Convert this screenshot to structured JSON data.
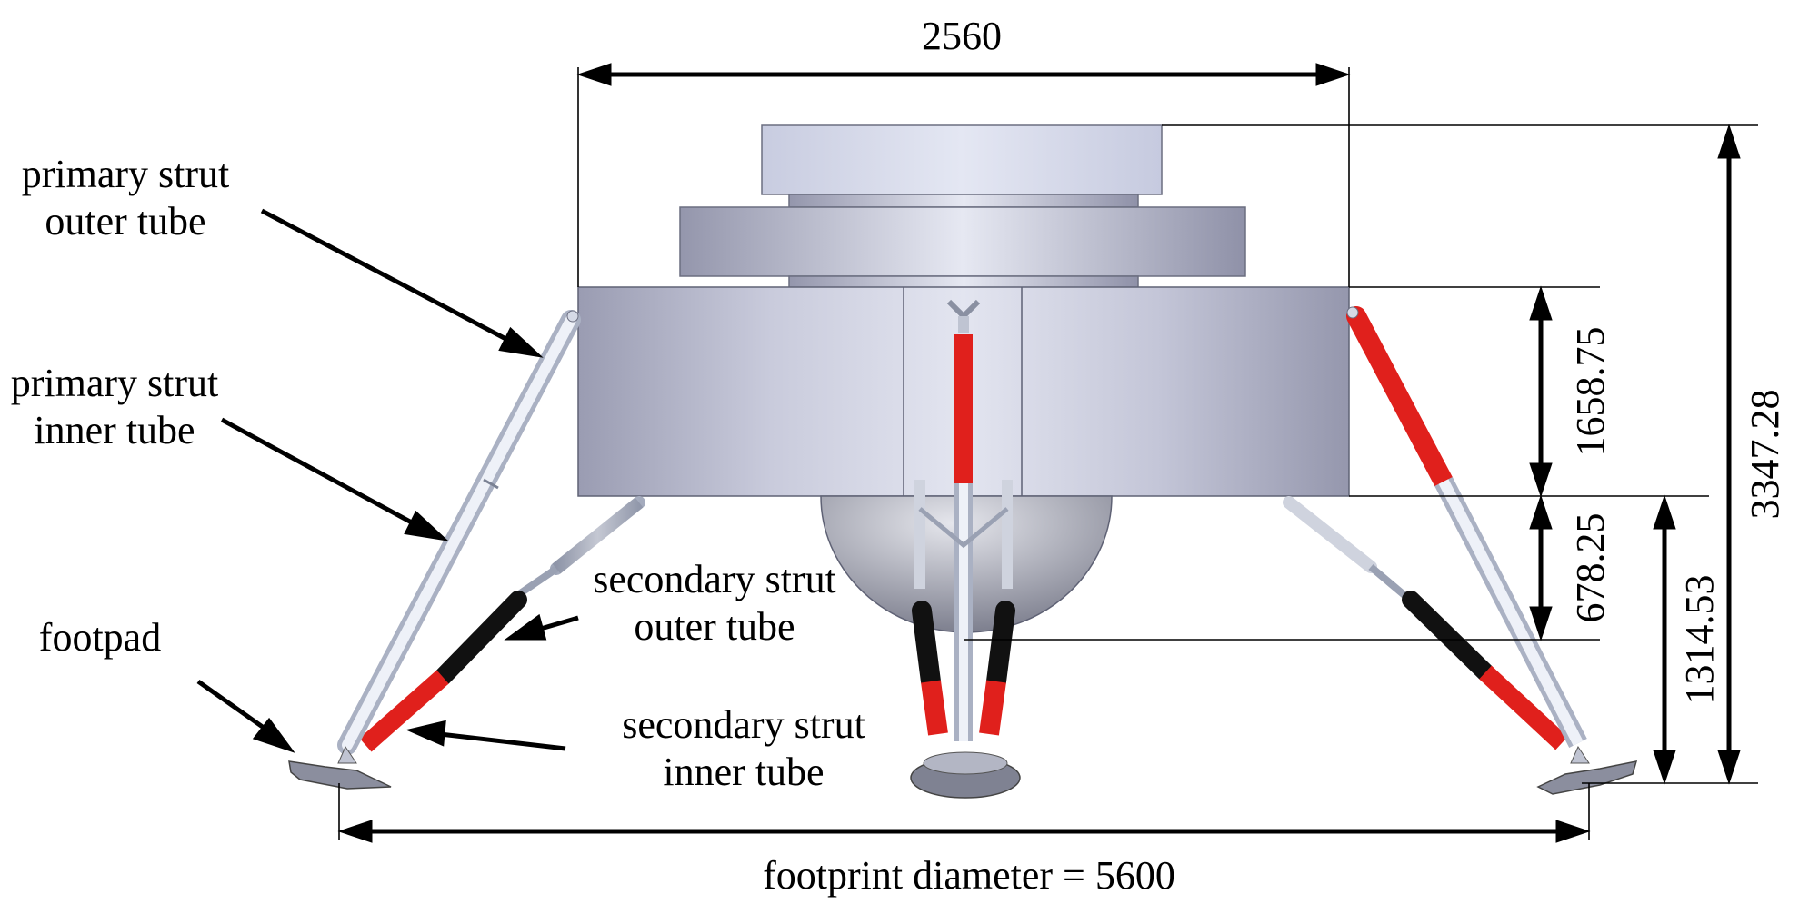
{
  "dimensions": {
    "top_width": "2560",
    "overall_height": "3347.28",
    "body_height": "1658.75",
    "secondary_offset": "678.25",
    "clearance": "1314.53",
    "footprint": "footprint diameter = 5600"
  },
  "labels": {
    "primary_outer": [
      "primary strut",
      "outer tube"
    ],
    "primary_inner": [
      "primary strut",
      "inner tube"
    ],
    "footpad": "footpad",
    "secondary_outer": [
      "secondary strut",
      "outer tube"
    ],
    "secondary_inner": [
      "secondary strut",
      "inner tube"
    ]
  },
  "colors": {
    "body": "#c8cadb",
    "strut_red": "#e0201c",
    "strut_black": "#111111",
    "tube_light": "#dde3ef"
  }
}
